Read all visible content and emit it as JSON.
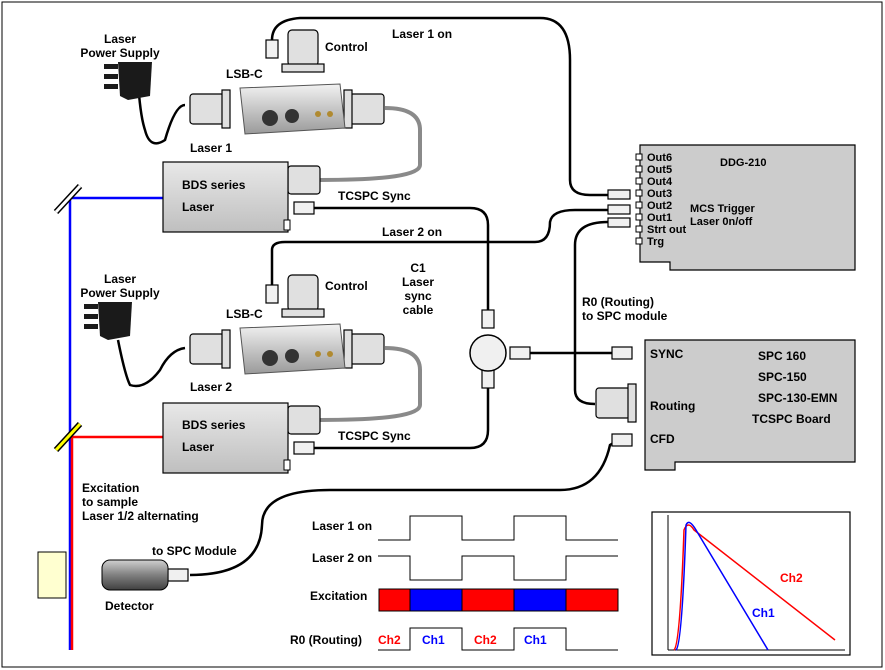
{
  "labels": {
    "laser_ps_1_line1": "Laser",
    "laser_ps_1_line2": "Power Supply",
    "laser_ps_2_line1": "Laser",
    "laser_ps_2_line2": "Power Supply",
    "lsbc_1": "LSB-C",
    "lsbc_2": "LSB-C",
    "control_1": "Control",
    "control_2": "Control",
    "laser1_on_cable": "Laser 1 on",
    "laser2_on_cable": "Laser 2 on",
    "laser1": "Laser 1",
    "laser2": "Laser 2",
    "bds_1_line1": "BDS series",
    "bds_1_line2": "Laser",
    "bds_2_line1": "BDS series",
    "bds_2_line2": "Laser",
    "tcspc_sync_1": "TCSPC Sync",
    "tcspc_sync_2": "TCSPC Sync",
    "c1_line1": "C1",
    "c1_line2": "Laser",
    "c1_line3": "sync",
    "c1_line4": "cable",
    "routing_line1": "R0 (Routing)",
    "routing_line2": "to SPC module",
    "excitation_line1": "Excitation",
    "excitation_line2": "to sample",
    "excitation_line3": "Laser 1/2 alternating",
    "to_spc_module": "to SPC Module",
    "detector": "Detector"
  },
  "ddg": {
    "title": "DDG-210",
    "outputs": [
      "Out6",
      "Out5",
      "Out4",
      "Out3",
      "Out2",
      "Out1",
      "Strt out",
      "Trg"
    ],
    "note_line1": "MCS Trigger",
    "note_line2": "Laser 0n/off"
  },
  "spc": {
    "inputs": [
      "SYNC",
      "Routing",
      "CFD"
    ],
    "models": [
      "SPC 160",
      "SPC-150",
      "SPC-130-EMN",
      "TCSPC Board"
    ]
  },
  "timing": {
    "rows": [
      "Laser 1 on",
      "Laser 2 on",
      "Excitation",
      "R0 (Routing)"
    ],
    "routing_channels": [
      "Ch2",
      "Ch1",
      "Ch2",
      "Ch1"
    ],
    "excitation_sequence": [
      "red",
      "blue",
      "red",
      "blue",
      "red"
    ]
  },
  "decay": {
    "ch2_label": "Ch2",
    "ch1_label": "Ch1"
  },
  "colors": {
    "red": "#ff0000",
    "blue": "#0000ff",
    "cable": "#000000",
    "gray_cable": "#808080",
    "box_fill": "#d9d9d9",
    "card_fill": "#c8c8c8"
  }
}
